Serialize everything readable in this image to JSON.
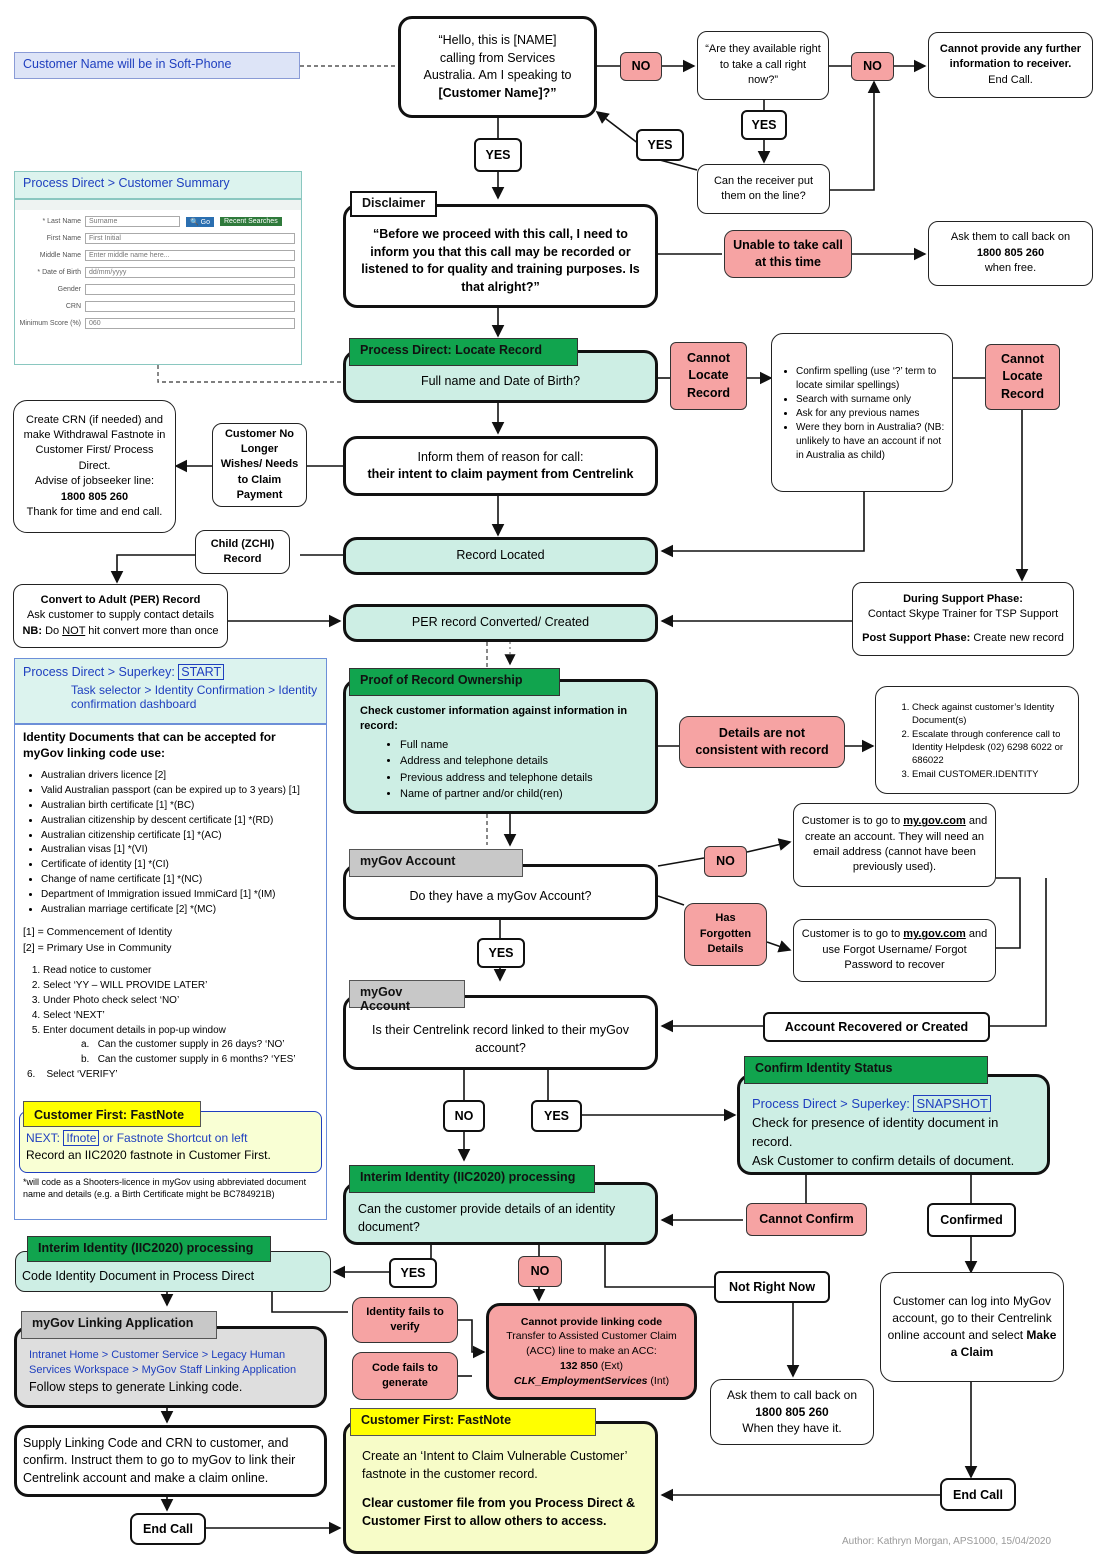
{
  "opening": {
    "line1": "“Hello, this is [NAME]",
    "line2": "calling from Services",
    "line3": "Australia.  Am I speaking to",
    "line4": "[Customer Name]?”"
  },
  "softphone_note": "Customer Name will be in Soft-Phone",
  "no_label": "NO",
  "yes_label": "YES",
  "available_q": "“Are they available right to take a call right now?”",
  "put_on_line_q": "Can the receiver put them on the line?",
  "cannot_provide_info": {
    "bold": "Cannot provide any further information to receiver.",
    "rest": "End Call."
  },
  "summary_tab": "Process Direct > Customer Summary",
  "search_form": {
    "labels": [
      "* Last Name",
      "First Name",
      "Middle Name",
      "* Date of Birth",
      "Gender",
      "CRN",
      "Minimum Score (%)"
    ],
    "values": [
      "Surname",
      "First Initial",
      "Enter middle name here...",
      "dd/mm/yyyy",
      "",
      "",
      "060"
    ],
    "go_btn": "Go",
    "recent_btn": "Recent Searches"
  },
  "disclaimer": {
    "header": "Disclaimer",
    "text": "“Before we proceed with this call, I need to inform you that this call may be recorded or listened to for quality and training purposes. Is that alright?”"
  },
  "unable_take": "Unable to take call at this time",
  "callback_free": {
    "l1": "Ask them to call back on",
    "phone": "1800 805 260",
    "l2": "when free."
  },
  "locate": {
    "header": "Process Direct: Locate Record",
    "text": "Full name and Date of Birth?"
  },
  "cannot_locate": "Cannot Locate Record",
  "locate_tips": [
    "Confirm spelling (use ‘?’ term to locate similar spellings)",
    "Search with surname only",
    "Ask for any previous names",
    "Were they born in Australia? (NB: unlikely to have an account if not in Australia as child)"
  ],
  "create_crn": {
    "text": "Create CRN (if needed) and make Withdrawal Fastnote in Customer First/ Process Direct.",
    "advise": "Advise of jobseeker line:",
    "phone": "1800 805 260",
    "end": "Thank for time and end call."
  },
  "no_longer": "Customer No Longer Wishes/ Needs to Claim Payment",
  "inform": {
    "l1": "Inform them of reason for call:",
    "l2": "their intent to claim payment from Centrelink"
  },
  "child_record": "Child (ZCHI) Record",
  "record_located": "Record Located",
  "convert_adult": {
    "title": "Convert to Adult (PER) Record",
    "l1": "Ask customer to supply contact details",
    "nb": "NB:",
    "nb_text1": " Do ",
    "nb_not": "NOT",
    "nb_text2": " hit convert more than once"
  },
  "per_record": "PER record Converted/ Created",
  "support_phase": {
    "title": "During Support Phase:",
    "l1": "Contact Skype Trainer for TSP Support",
    "post": "Post Support Phase:",
    "post_text": " Create new record"
  },
  "superkey_start": {
    "prefix": "Process Direct > Superkey: ",
    "key": "START",
    "sub": "Task selector > Identity Confirmation > Identity confirmation dashboard"
  },
  "id_docs": {
    "title": "Identity Documents that can be accepted for myGov linking code use:",
    "items": [
      "Australian drivers licence [2]",
      "Valid Australian passport (can be expired up to 3 years) [1]",
      "Australian birth certificate [1] *(BC)",
      "Australian citizenship by descent certificate [1] *(RD)",
      "Australian citizenship certificate [1] *(AC)",
      "Australian visas [1] *(VI)",
      "Certificate of identity [1] *(CI)",
      "Change of name certificate [1] *(NC)",
      "Department of Immigration issued ImmiCard [1] *(IM)",
      "Australian marriage certificate [2] *(MC)"
    ],
    "key1": "[1] = Commencement of Identity",
    "key2": "[2] = Primary Use in Community",
    "steps": [
      "Read notice to customer",
      "Select ‘YY – WILL PROVIDE LATER’",
      "Under Photo check select ‘NO’",
      "Select ‘NEXT’",
      "Enter document details in pop-up window"
    ],
    "sub_a": "Can the customer supply in 26 days?  ‘NO’",
    "sub_b": "Can the customer supply in 6 months? ‘YES’",
    "step6": "Select ‘VERIFY’"
  },
  "fastnote1": {
    "header": "Customer First: FastNote",
    "next": "NEXT: ",
    "key": "Ifnote",
    "or": " or Fastnote Shortcut on left",
    "text": "Record an IIC2020 fastnote in Customer First."
  },
  "footnote": "*will code as a Shooters-licence in myGov using abbreviated document name and details (e.g. a Birth Certificate might be BC784921B)",
  "proof": {
    "header": "Proof of Record Ownership",
    "text": "Check customer information against information in record:",
    "items": [
      "Full name",
      "Address and telephone details",
      "Previous address and telephone details",
      "Name of partner and/or child(ren)"
    ]
  },
  "not_consistent": "Details are not consistent with record",
  "identity_steps": [
    "Check against customer’s Identity Document(s)",
    "Escalate through conference call to Identity Helpdesk (02) 6298 6022 or 686022",
    "Email CUSTOMER.IDENTITY"
  ],
  "mygov1": {
    "header": "myGov Account",
    "text": "Do they have a myGov Account?"
  },
  "mygov_create": {
    "pre": "Customer is to go to ",
    "link": "my.gov.com",
    "post": " and create an account.  They will need an email address (cannot have been previously used)."
  },
  "forgotten": "Has Forgotten Details",
  "mygov_forgot": {
    "pre": "Customer is to go to ",
    "link": "my.gov.com",
    "post": " and use Forgot Username/ Forgot Password to recover"
  },
  "mygov2": {
    "header": "myGov Account",
    "text": "Is their Centrelink record linked to their myGov account?"
  },
  "recovered": "Account Recovered or Created",
  "confirm_status": {
    "header": "Confirm Identity Status",
    "prefix": "Process Direct > Superkey: ",
    "key": "SNAPSHOT",
    "l1": "Check for presence of identity document in record.",
    "l2": "Ask Customer to confirm details of document."
  },
  "interim1": {
    "header": "Interim Identity (IIC2020) processing",
    "text": "Can the customer provide details of an identity document?"
  },
  "cannot_confirm": "Cannot Confirm",
  "confirmed": "Confirmed",
  "interim2": {
    "header": "Interim Identity (IIC2020) processing",
    "text": "Code Identity Document in Process Direct"
  },
  "not_right_now": "Not Right Now",
  "login_claim": {
    "text": "Customer can log into MyGov account, go to their Centrelink online account and select ",
    "bold": "Make a Claim"
  },
  "linking_app": {
    "header": "myGov Linking Application",
    "path": "Intranet Home > Customer Service > Legacy Human Services Workspace > MyGov Staff Linking Application",
    "text": "Follow steps to generate Linking code."
  },
  "id_fails": "Identity fails to verify",
  "code_fails": "Code fails to generate",
  "cannot_code": {
    "title": "Cannot provide linking code",
    "l1": "Transfer to Assisted Customer Claim (ACC) line to make an ACC:",
    "ext": "132 850",
    "ext_suffix": " (Ext)",
    "int": "CLK_EmploymentServices",
    "int_suffix": " (Int)"
  },
  "callback_have": {
    "l1": "Ask them to call back on",
    "phone": "1800 805 260",
    "l2": "When they have it."
  },
  "supply_code": "Supply Linking Code and CRN to customer, and confirm.  Instruct them to go to myGov to link their Centrelink account and make a claim online.",
  "end_call": "End Call",
  "fastnote2": {
    "header": "Customer First: FastNote",
    "text": "Create an ‘Intent to Claim Vulnerable Customer’ fastnote in the customer record.",
    "bold": "Clear customer file from you Process Direct & Customer First to allow others to access."
  },
  "author": "Author: Kathryn Morgan, APS1000, 15/04/2020"
}
